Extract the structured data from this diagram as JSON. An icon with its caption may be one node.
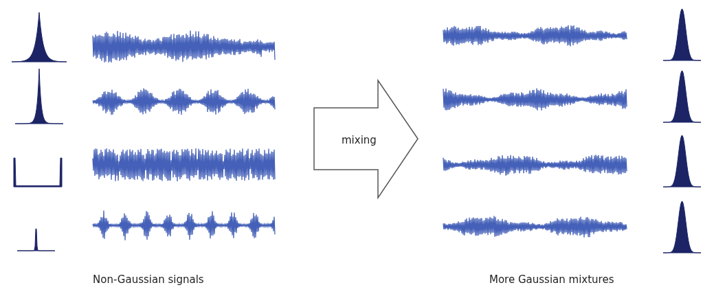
{
  "diagram": {
    "nodes": [
      {
        "text": [
          "mixing"
        ]
      }
    ],
    "labels": [
      "Non-Gaussian signals",
      "More Gaussian mixtures"
    ]
  }
}
